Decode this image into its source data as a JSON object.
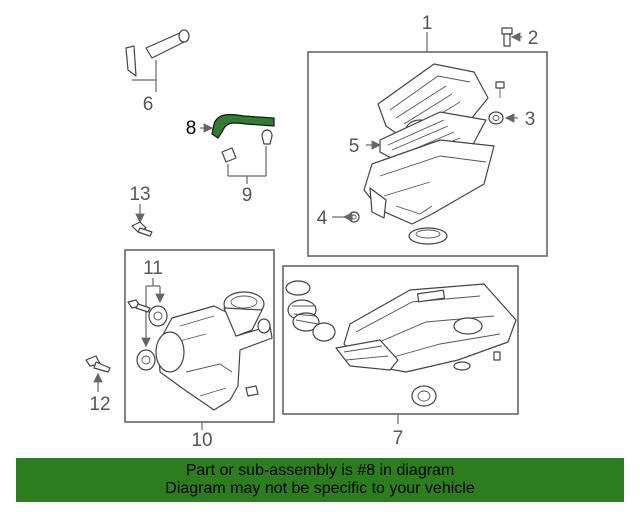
{
  "callouts": {
    "c1": "1",
    "c2": "2",
    "c3": "3",
    "c4": "4",
    "c5": "5",
    "c6": "6",
    "c7": "7",
    "c8": "8",
    "c9": "9",
    "c10": "10",
    "c11": "11",
    "c12": "12",
    "c13": "13"
  },
  "highlight": {
    "part_number": "8",
    "color": "#2f7d2f"
  },
  "banner": {
    "line1": "Part or sub-assembly is #8 in diagram",
    "line2": "Diagram may not be specific to your vehicle",
    "background": "#2b7d1e"
  }
}
